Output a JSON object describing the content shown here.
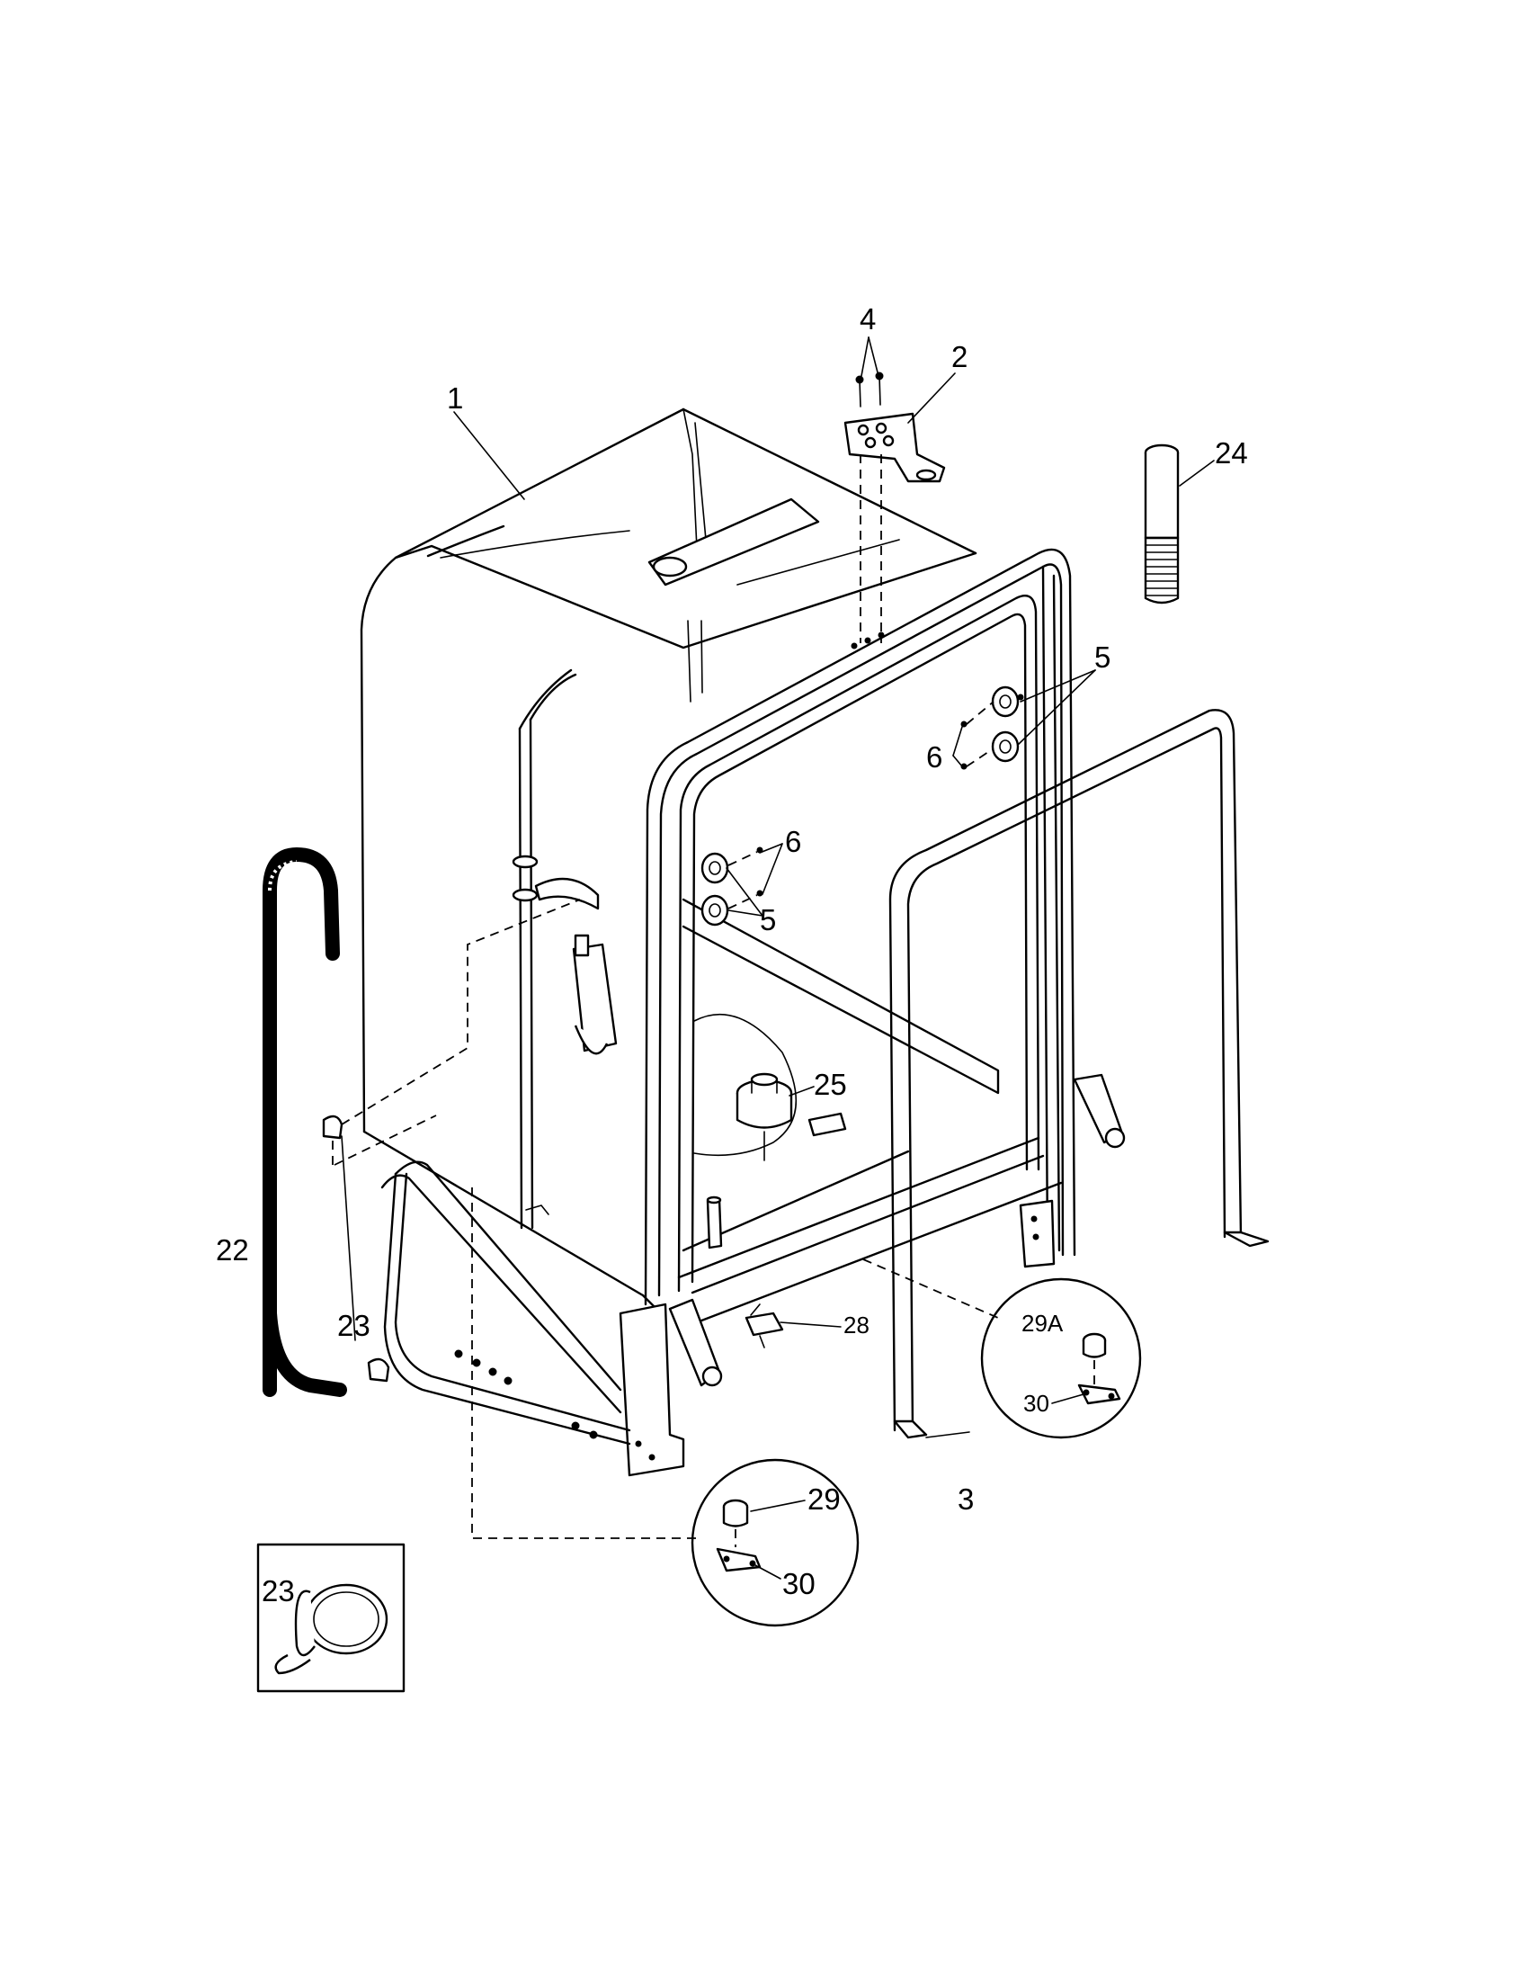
{
  "labels": {
    "tub": "1",
    "bracket": "2",
    "door_gasket": "3",
    "screws_top": "4",
    "roller_right": "5",
    "screw_right": "6",
    "screw_left": "6",
    "roller_left": "5",
    "drain_hose": "22",
    "clamp": "23",
    "clamp_detail": "23",
    "fill_tube": "24",
    "float": "25",
    "switch": "28",
    "thermostat": "29",
    "thermostat_alt": "29A",
    "thermostat_bracket": "30",
    "thermostat_alt_bracket": "30"
  }
}
